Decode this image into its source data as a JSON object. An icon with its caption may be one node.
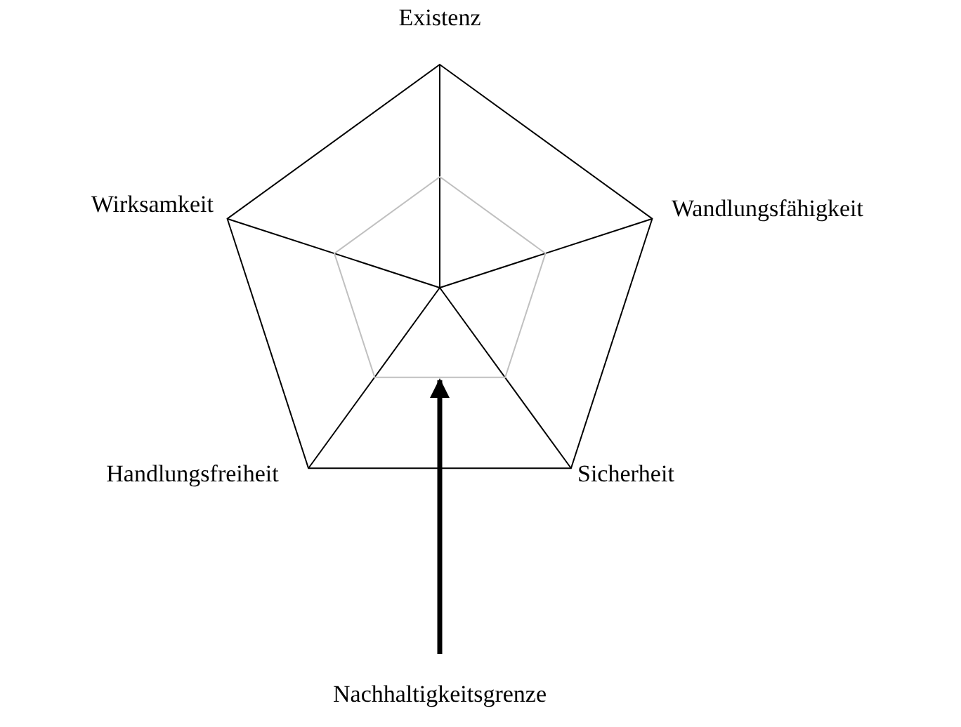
{
  "diagram": {
    "nodes": [
      {
        "text": [
          "Nachhaltigkeitsgrenze"
        ]
      },
      {
        "text": [],
        "shape": "pentagon"
      }
    ],
    "edges": [
      {
        "from": 0,
        "to": 1,
        "arrow": "to"
      }
    ],
    "labels": [
      "Existenz",
      "Wirksamkeit",
      "Wandlungsfähigkeit",
      "Handlungsfreiheit",
      "Sicherheit"
    ]
  }
}
